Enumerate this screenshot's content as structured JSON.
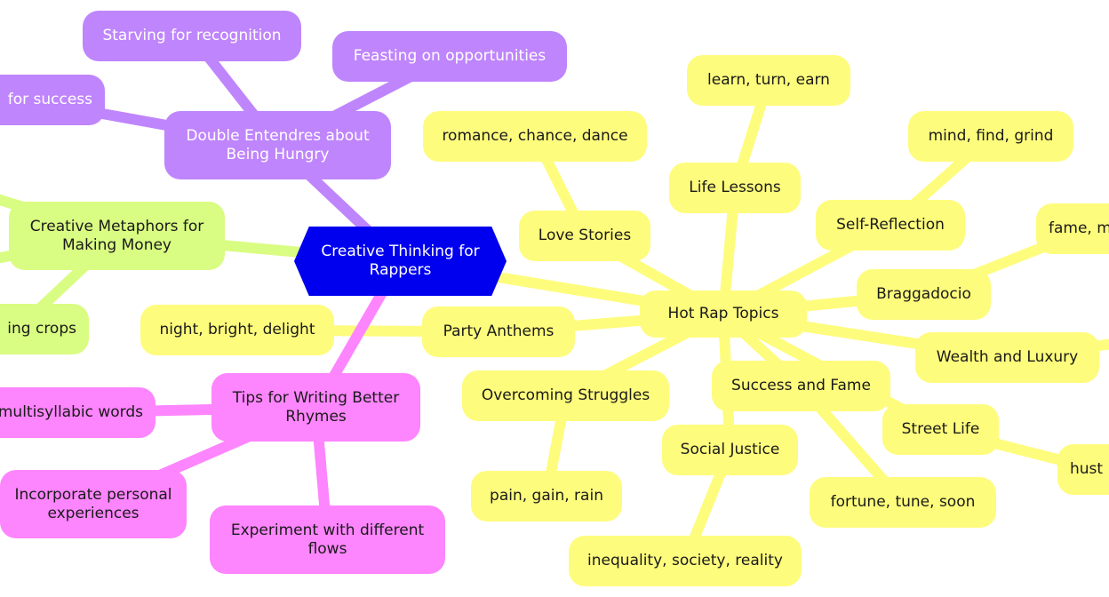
{
  "colors": {
    "purple": "#bf85fc",
    "green": "#d9fc82",
    "yellow": "#fefc7c",
    "pink": "#fd85fd",
    "center": "#0000ee"
  },
  "nodes": {
    "center": "Creative Thinking for Rappers",
    "double": "Double Entendres about Being Hungry",
    "starving": "Starving for recognition",
    "feasting": "Feasting on opportunities",
    "success": "for success",
    "metaphors": "Creative Metaphors for Making Money",
    "crops": "ing crops",
    "hot": "Hot Rap Topics",
    "love": "Love Stories",
    "romance": "romance, chance, dance",
    "life": "Life Lessons",
    "learn": "learn, turn, earn",
    "self": "Self-Reflection",
    "mind": "mind, find, grind",
    "fame": "fame, m",
    "bragg": "Braggadocio",
    "wealth": "Wealth and Luxury",
    "successfame": "Success and Fame",
    "street": "Street Life",
    "hust": "hust",
    "fortune": "fortune, tune, soon",
    "social": "Social Justice",
    "inequality": "inequality, society, reality",
    "overcoming": "Overcoming Struggles",
    "pain": "pain, gain, rain",
    "party": "Party Anthems",
    "night": "night, bright, delight",
    "tips": "Tips for Writing Better Rhymes",
    "multi": "multisyllabic words",
    "personal": "Incorporate personal experiences",
    "flows": "Experiment with different flows"
  }
}
